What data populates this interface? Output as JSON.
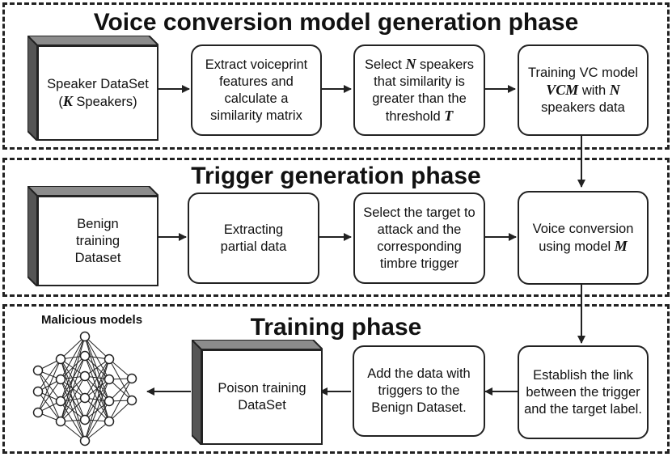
{
  "phases": {
    "vc_title": "Voice conversion model generation phase",
    "trigger_title": "Trigger generation phase",
    "training_title": "Training phase"
  },
  "row1": {
    "speaker_line1": "Speaker DataSet",
    "speaker_var": "K",
    "speaker_line2_suffix": " Speakers)",
    "extract_text": "Extract voiceprint features and calculate a similarity matrix",
    "select_prefix": "Select ",
    "select_var_n": "N",
    "select_mid": " speakers that similarity is greater than the threshold ",
    "select_var_t": "T",
    "train_prefix": "Training VC model ",
    "train_var_vcm": "VCM",
    "train_mid": " with ",
    "train_var_n": "N",
    "train_suffix": " speakers data"
  },
  "row2": {
    "benign_text": "Benign training Dataset",
    "extracting_text": "Extracting partial data",
    "select_target_text": "Select the target to attack and the corresponding timbre trigger",
    "voice_prefix": "Voice conversion using model ",
    "voice_var_m": "M"
  },
  "row3": {
    "establish_text": "Establish the link between the trigger and the target label.",
    "add_data_text": "Add the data with triggers to the Benign Dataset.",
    "poison_text": "Poison training DataSet",
    "malicious_label": "Malicious models"
  },
  "colors": {
    "stroke": "#222222",
    "cube_side": "#555555",
    "cube_top": "#8c8c8c"
  }
}
